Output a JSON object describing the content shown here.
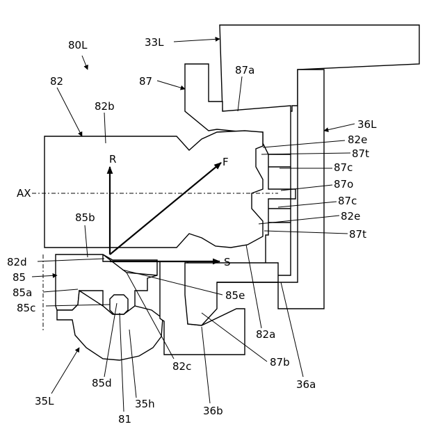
{
  "labels": {
    "assembly": "80L",
    "part_33L": "33L",
    "part_87": "87",
    "part_87a": "87a",
    "part_82": "82",
    "part_82b": "82b",
    "part_36L": "36L",
    "part_82e_top": "82e",
    "part_87t_top": "87t",
    "part_87c_top": "87c",
    "part_87o": "87o",
    "part_87c_bottom": "87c",
    "part_82e_bottom": "82e",
    "part_87t_bottom": "87t",
    "axis_ax": "AX",
    "part_85b": "85b",
    "part_82d": "82d",
    "part_85": "85",
    "part_85a": "85a",
    "part_85c": "85c",
    "part_85e": "85e",
    "part_82a": "82a",
    "part_87b": "87b",
    "part_82c": "82c",
    "part_36a": "36a",
    "part_35L": "35L",
    "part_85d": "85d",
    "part_35h": "35h",
    "part_81": "81",
    "part_36b": "36b"
  },
  "vectors": {
    "radial": "R",
    "force": "F",
    "side": "S"
  }
}
